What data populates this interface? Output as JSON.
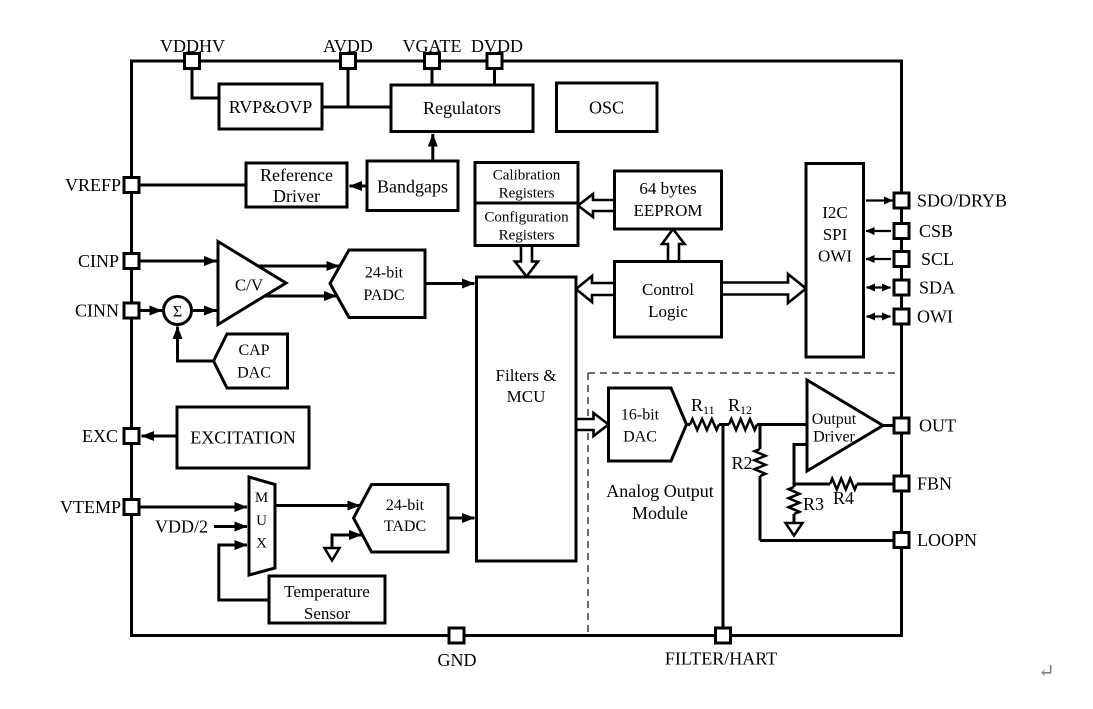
{
  "diagram": {
    "kind": "ic-block-diagram",
    "background_color": "#ffffff",
    "line_color": "#000000",
    "dashed_color": "#5a5a5a",
    "return_mark": "↵",
    "return_mark_color": "#7f7f7f"
  },
  "pins": {
    "top": [
      "VDDHV",
      "AVDD",
      "VGATE",
      "DVDD"
    ],
    "left": [
      "VREFP",
      "CINP",
      "CINN",
      "EXC",
      "VTEMP"
    ],
    "right": [
      "SDO/DRYB",
      "CSB",
      "SCL",
      "SDA",
      "OWI",
      "OUT",
      "FBN",
      "LOOPN"
    ],
    "bottom": [
      "GND",
      "FILTER/HART"
    ]
  },
  "blocks": {
    "rvp_ovp": "RVP&OVP",
    "regulators": "Regulators",
    "osc": "OSC",
    "reference_driver": [
      "Reference",
      "Driver"
    ],
    "bandgaps": "Bandgaps",
    "calibration_registers": [
      "Calibration",
      "Registers"
    ],
    "configuration_registers": [
      "Configuration",
      "Registers"
    ],
    "eeprom": [
      "64 bytes",
      "EEPROM"
    ],
    "control_logic": [
      "Control",
      "Logic"
    ],
    "interface": [
      "I2C",
      "SPI",
      "OWI"
    ],
    "filters_mcu": [
      "Filters &",
      "MCU"
    ],
    "cv_converter": "C/V",
    "summing_node": "Σ",
    "cap_dac": [
      "CAP",
      "DAC"
    ],
    "padc": [
      "24-bit",
      "PADC"
    ],
    "excitation": "EXCITATION",
    "mux": [
      "M",
      "U",
      "X"
    ],
    "tadc": [
      "24-bit",
      "TADC"
    ],
    "temperature_sensor": [
      "Temperature",
      "Sensor"
    ],
    "dac16": [
      "16-bit",
      "DAC"
    ],
    "output_driver": [
      "Output",
      "Driver"
    ],
    "analog_output_module": [
      "Analog Output",
      "Module"
    ]
  },
  "labels": {
    "vdd2": "VDD/2"
  },
  "resistors": {
    "r11": {
      "base": "R",
      "sub": "11"
    },
    "r12": {
      "base": "R",
      "sub": "12"
    },
    "r2": "R2",
    "r3": "R3",
    "r4": "R4"
  }
}
